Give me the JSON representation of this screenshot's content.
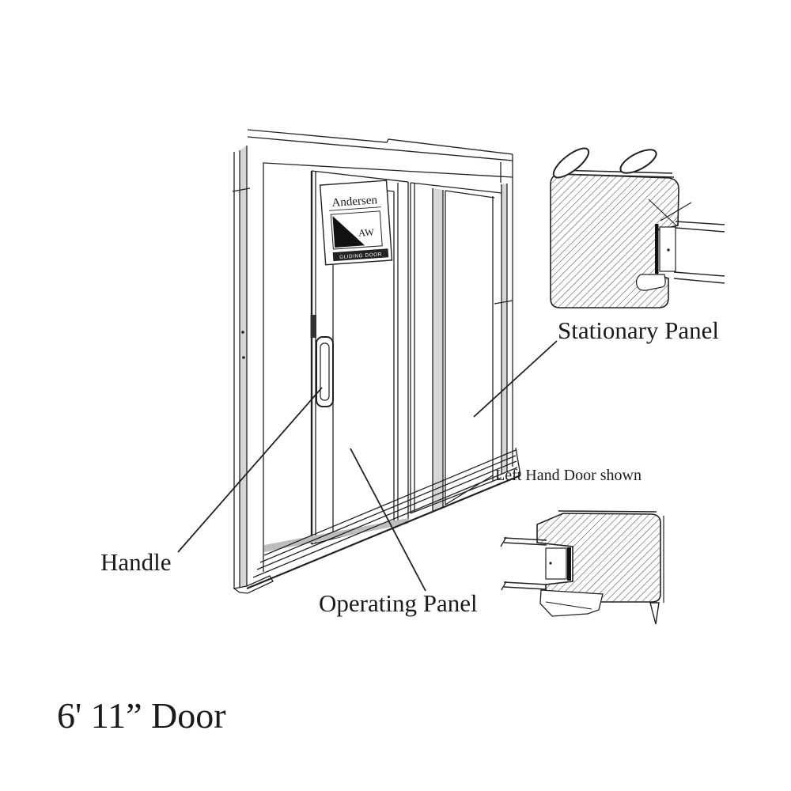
{
  "diagram": {
    "title": "6' 11” Door",
    "note": "Left Hand Door shown",
    "labels": {
      "stationary_panel": "Stationary Panel",
      "operating_panel": "Operating Panel",
      "handle": "Handle"
    },
    "product_label": {
      "brand": "Andersen",
      "logo_monogram": "AW",
      "caption": "GLIDING DOOR"
    },
    "colors": {
      "line": "#222222",
      "background": "#ffffff",
      "shading": "#d6d6d6",
      "dark_accent": "#111111"
    }
  }
}
